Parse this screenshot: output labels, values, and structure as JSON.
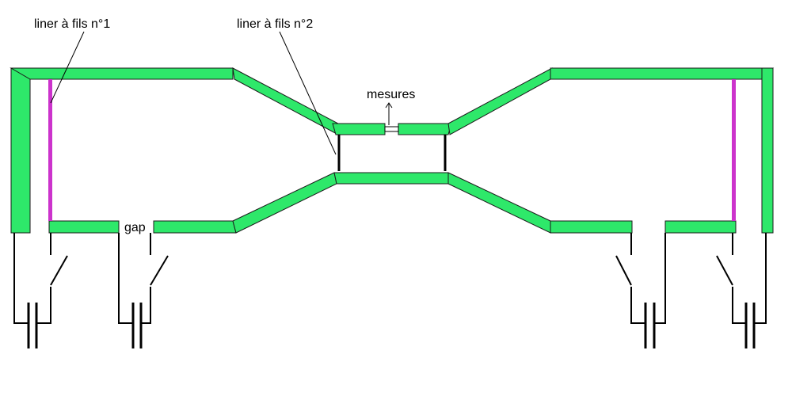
{
  "labels": {
    "liner1": "liner à fils n°1",
    "liner2": "liner à fils n°2",
    "mesures": "mesures",
    "gap": "gap"
  },
  "colors": {
    "electrode": "#2ee86a",
    "liner": "#cc33cc",
    "line": "#000000",
    "background": "#ffffff"
  }
}
